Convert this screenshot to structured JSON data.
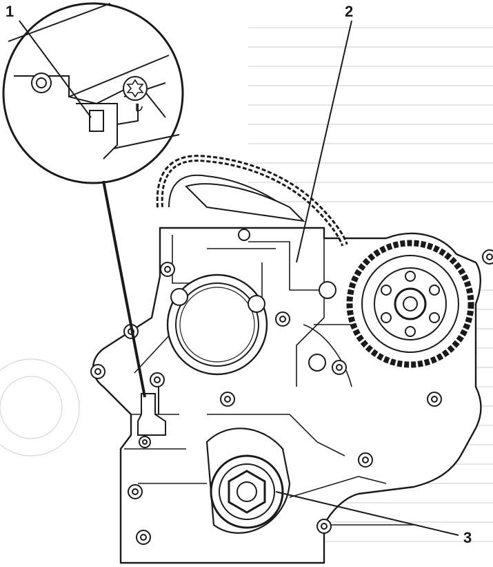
{
  "callouts": {
    "one": "1",
    "two": "2",
    "three": "3"
  },
  "colors": {
    "ink": "#1a1a1a",
    "bleed": "#c8c8c8",
    "paper": "#ffffff"
  },
  "icons": [
    "magnifier-circle",
    "timing-chain",
    "crankshaft-pulley",
    "cover-bolt"
  ]
}
